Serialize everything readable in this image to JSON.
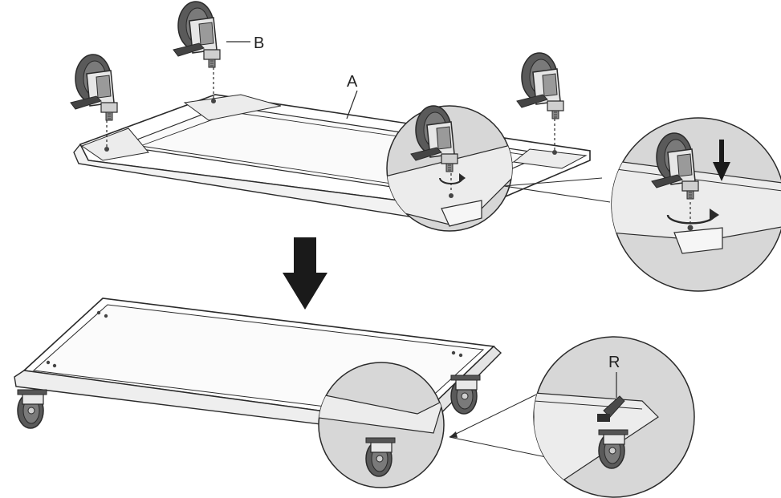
{
  "labels": {
    "frame": "A",
    "caster": "B",
    "brake": "R"
  },
  "colors": {
    "line": "#2a2a2a",
    "wheel": "#5a5a5a",
    "wheel_dark": "#3a3a3a",
    "zoom_fill": "#d7d7d7",
    "frame_fill": "#ffffff",
    "arrow": "#1a1a1a"
  },
  "icons": {
    "step_arrow": "arrow-down-icon",
    "rotate": "rotate-clockwise-icon"
  }
}
